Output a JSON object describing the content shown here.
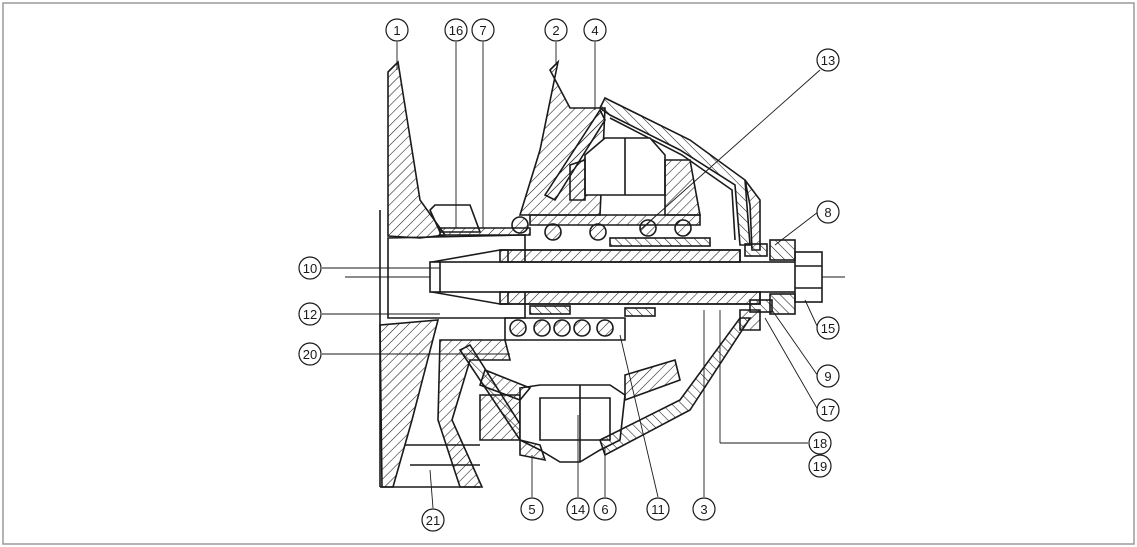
{
  "callouts": [
    {
      "id": "1",
      "label": "1"
    },
    {
      "id": "16",
      "label": "16"
    },
    {
      "id": "7",
      "label": "7"
    },
    {
      "id": "2",
      "label": "2"
    },
    {
      "id": "4",
      "label": "4"
    },
    {
      "id": "13",
      "label": "13"
    },
    {
      "id": "8",
      "label": "8"
    },
    {
      "id": "10",
      "label": "10"
    },
    {
      "id": "12",
      "label": "12"
    },
    {
      "id": "20",
      "label": "20"
    },
    {
      "id": "15",
      "label": "15"
    },
    {
      "id": "9",
      "label": "9"
    },
    {
      "id": "17",
      "label": "17"
    },
    {
      "id": "18",
      "label": "18"
    },
    {
      "id": "19",
      "label": "19"
    },
    {
      "id": "21",
      "label": "21"
    },
    {
      "id": "5",
      "label": "5"
    },
    {
      "id": "14",
      "label": "14"
    },
    {
      "id": "6",
      "label": "6"
    },
    {
      "id": "11",
      "label": "11"
    },
    {
      "id": "3",
      "label": "3"
    }
  ],
  "colors": {
    "ink": "#1a1a1a",
    "frame": "#9a9a9a",
    "background": "#ffffff"
  }
}
